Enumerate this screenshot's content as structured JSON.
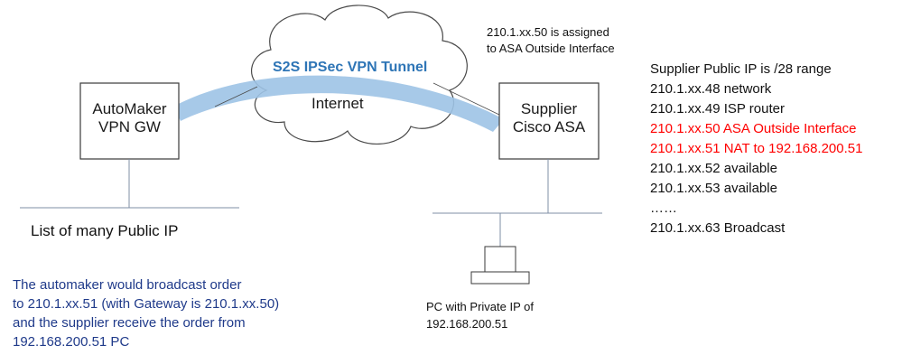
{
  "tunnel": {
    "label": "S2S IPSec VPN Tunnel",
    "color": "#9dc3e6",
    "label_color": "#2e75b6"
  },
  "cloud": {
    "label": "Internet"
  },
  "automaker_gw": {
    "line1": "AutoMaker",
    "line2": "VPN GW"
  },
  "supplier_asa": {
    "line1": "Supplier",
    "line2": "Cisco ASA"
  },
  "asa_note": {
    "line1": "210.1.xx.50 is assigned",
    "line2": "to ASA Outside Interface"
  },
  "public_ip_list": {
    "title": "Supplier Public IP is /28 range",
    "rows": [
      {
        "text": "210.1.xx.48 network",
        "highlight": false
      },
      {
        "text": "210.1.xx.49 ISP router",
        "highlight": false
      },
      {
        "text": "210.1.xx.50 ASA Outside Interface",
        "highlight": true
      },
      {
        "text": "210.1.xx.51 NAT to 192.168.200.51",
        "highlight": true
      },
      {
        "text": "210.1.xx.52 available",
        "highlight": false
      },
      {
        "text": "210.1.xx.53 available",
        "highlight": false
      },
      {
        "text": "……",
        "highlight": false
      },
      {
        "text": "210.1.xx.63 Broadcast",
        "highlight": false
      }
    ]
  },
  "left_lan_label": "List of many Public IP",
  "pc": {
    "line1": "PC with Private IP of",
    "line2": "192.168.200.51"
  },
  "explanation": {
    "lines": [
      "The automaker would broadcast order",
      "to 210.1.xx.51 (with Gateway is 210.1.xx.50)",
      "and the supplier receive the order from",
      "192.168.200.51 PC"
    ],
    "color": "#1f3a8a"
  }
}
